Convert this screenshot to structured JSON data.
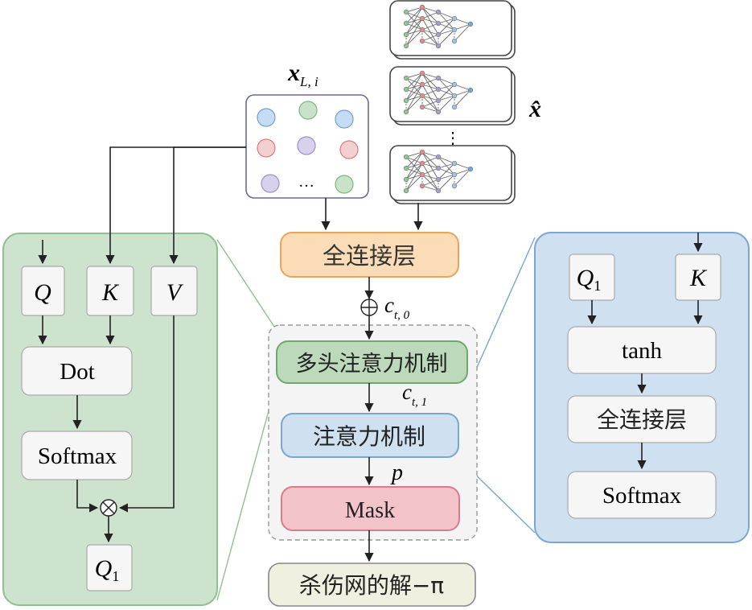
{
  "input": {
    "label_main": "x",
    "label_sub": "L, i",
    "ellipsis": "…"
  },
  "output_hat": {
    "label": "x̂",
    "dots": "⋮"
  },
  "center": {
    "fc": "全连接层",
    "ct0_main": "c",
    "ct0_sub": "t, 0",
    "mha": "多头注意力机制",
    "ct1_main": "c",
    "ct1_sub": "t, 1",
    "attn": "注意力机制",
    "p": "p",
    "mask": "Mask",
    "result": "杀伤网的解−π"
  },
  "left_panel": {
    "q": "Q",
    "k": "K",
    "v": "V",
    "dot": "Dot",
    "softmax": "Softmax",
    "q1_main": "Q",
    "q1_sub": "1"
  },
  "right_panel": {
    "q1_main": "Q",
    "q1_sub": "1",
    "k": "K",
    "tanh": "tanh",
    "fc": "全连接层",
    "softmax": "Softmax"
  },
  "colors": {
    "green_panel": "#cde3cd",
    "green_border": "#8fc08f",
    "blue_panel": "#cfe0f1",
    "blue_border": "#7aa6cf",
    "fc_fill": "#fbdcb6",
    "fc_border": "#e8a55c",
    "mask_fill": "#f2c4ca",
    "mask_border": "#d77c8a",
    "result_fill": "#f1f0e0"
  }
}
